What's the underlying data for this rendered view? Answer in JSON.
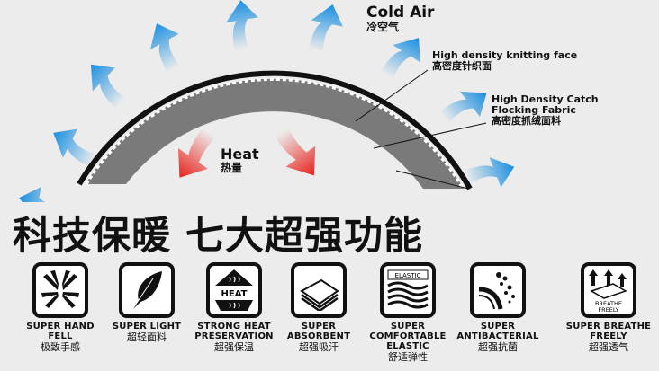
{
  "diagram": {
    "cold_air": {
      "en": "Cold Air",
      "cn": "冷空气"
    },
    "heat": {
      "en": "Heat",
      "cn": "热量"
    },
    "knitting_face": {
      "en": "High density knitting face",
      "cn": "高密度针织面"
    },
    "flocking": {
      "en1": "High Density Catch",
      "en2": "Flocking Fabric",
      "cn": "高密度抓绒面料"
    },
    "colors": {
      "cold_arrow": "#1a8fe0",
      "heat_arrow": "#e8231c",
      "fabric": "#7a7a7a"
    }
  },
  "headline": "科技保暖 七大超强功能",
  "features": [
    {
      "icon": "hand-icon",
      "en": "SUPER HAND FELL",
      "cn": "极致手感"
    },
    {
      "icon": "feather-icon",
      "en": "SUPER LIGHT",
      "cn": "超轻面料"
    },
    {
      "icon": "heat-icon",
      "en": "STRONG HEAT PRESERVATION",
      "cn": "超强保温",
      "icon_text": "HEAT"
    },
    {
      "icon": "absorbent-layers-icon",
      "en": "SUPER ABSORBENT",
      "cn": "超强吸汗"
    },
    {
      "icon": "elastic-waves-icon",
      "en": "SUPER COMFORTABLE ELASTIC",
      "cn": "舒适弹性",
      "icon_text": "ELASTIC"
    },
    {
      "icon": "antibacterial-icon",
      "en": "SUPER ANTIBACTERIAL",
      "cn": "超强抗菌"
    },
    {
      "icon": "breathe-icon",
      "en": "SUPER BREATHE FREELY",
      "cn": "超强透气",
      "icon_text": "BREATHE FREELY"
    }
  ]
}
